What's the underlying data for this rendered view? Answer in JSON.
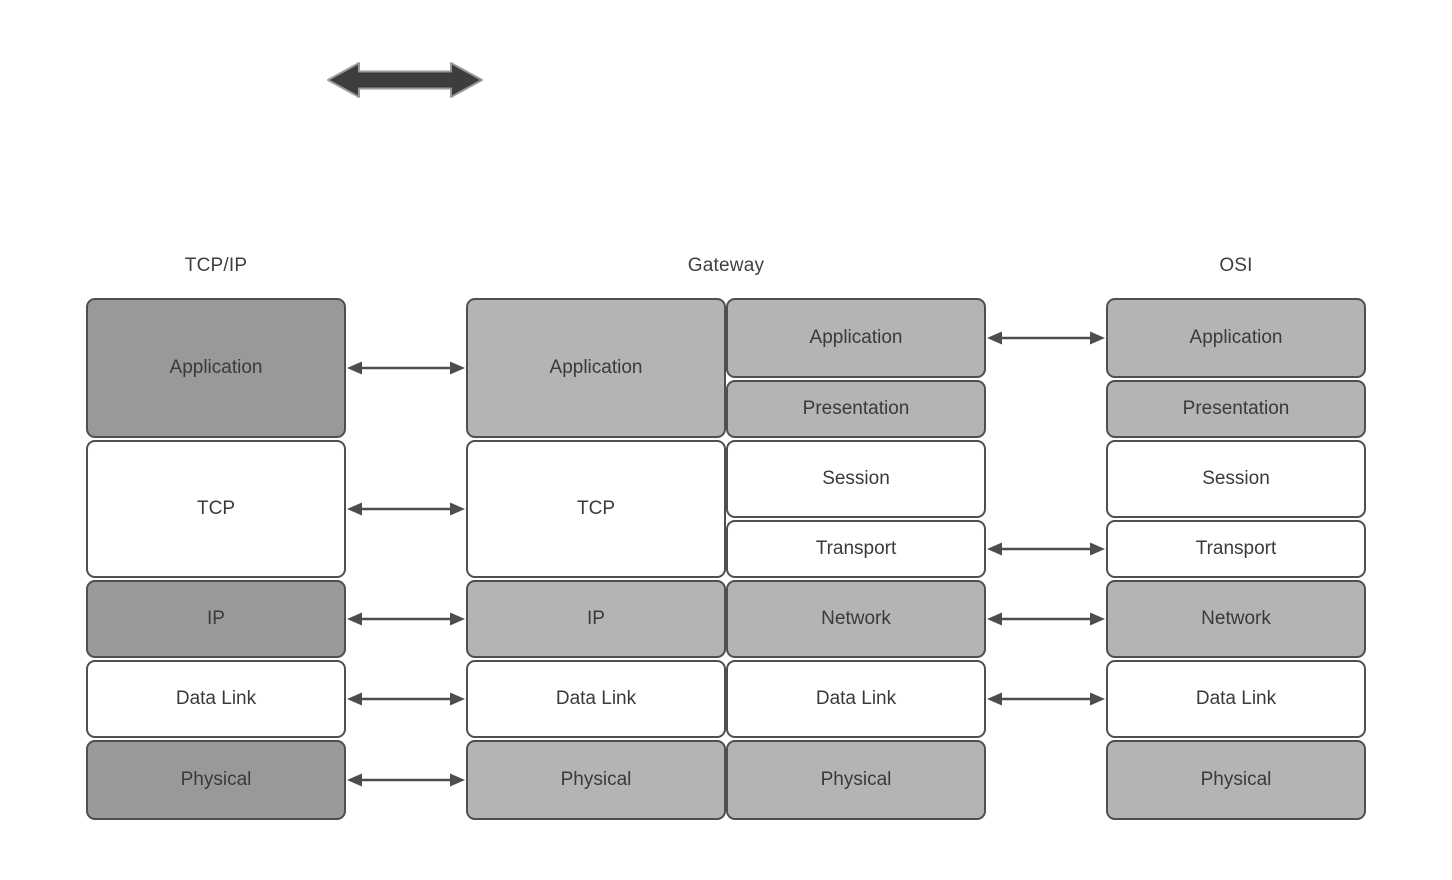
{
  "headers": {
    "tcpip": "TCP/IP",
    "gateway": "Gateway",
    "osi": "OSI"
  },
  "stacks": {
    "tcpip": {
      "layers": [
        {
          "label": "Application",
          "fill": "dark"
        },
        {
          "label": "TCP",
          "fill": "white"
        },
        {
          "label": "IP",
          "fill": "dark"
        },
        {
          "label": "Data Link",
          "fill": "white"
        },
        {
          "label": "Physical",
          "fill": "dark"
        }
      ]
    },
    "gateway_left": {
      "layers": [
        {
          "label": "Application",
          "fill": "light"
        },
        {
          "label": "TCP",
          "fill": "white"
        },
        {
          "label": "IP",
          "fill": "light"
        },
        {
          "label": "Data Link",
          "fill": "white"
        },
        {
          "label": "Physical",
          "fill": "light"
        }
      ]
    },
    "gateway_right": {
      "layers": [
        {
          "label": "Application",
          "fill": "light"
        },
        {
          "label": "Presentation",
          "fill": "light"
        },
        {
          "label": "Session",
          "fill": "white"
        },
        {
          "label": "Transport",
          "fill": "white"
        },
        {
          "label": "Network",
          "fill": "light"
        },
        {
          "label": "Data Link",
          "fill": "white"
        },
        {
          "label": "Physical",
          "fill": "light"
        }
      ]
    },
    "osi": {
      "layers": [
        {
          "label": "Application",
          "fill": "light"
        },
        {
          "label": "Presentation",
          "fill": "light"
        },
        {
          "label": "Session",
          "fill": "white"
        },
        {
          "label": "Transport",
          "fill": "white"
        },
        {
          "label": "Network",
          "fill": "light"
        },
        {
          "label": "Data Link",
          "fill": "white"
        },
        {
          "label": "Physical",
          "fill": "light"
        }
      ]
    }
  },
  "connections": {
    "tcpip_to_gateway": [
      "Application",
      "TCP",
      "IP",
      "Data Link",
      "Physical"
    ],
    "gateway_to_osi": [
      "Application",
      "Transport",
      "Network",
      "Data Link"
    ]
  },
  "icons": {
    "top_arrow": "horizontal-double-arrow"
  },
  "colors": {
    "dark_gray_fill": "#999999",
    "light_gray_fill": "#b4b4b4",
    "white_fill": "#ffffff",
    "border": "#4f4f4f",
    "text": "#3a3a3a",
    "thin_arrow": "#4d4d4d",
    "thick_arrow_fill": "#3d3d3d"
  }
}
